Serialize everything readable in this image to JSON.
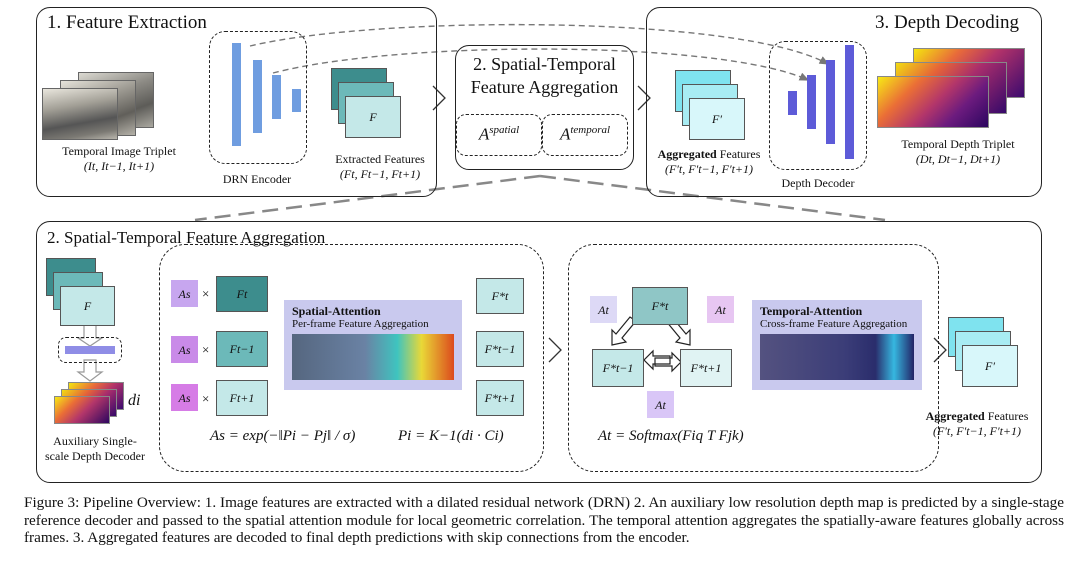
{
  "sections": {
    "s1_title": "1. Feature Extraction",
    "s2_title": "2. Spatial-Temporal",
    "s2_title_line2": "Feature Aggregation",
    "s3_title": "3. Depth Decoding",
    "s2b_title": "2. Spatial-Temporal Feature Aggregation"
  },
  "s1": {
    "image_triplet_label": "Temporal Image Triplet",
    "image_triplet_vars": "(It, It−1, It+1)",
    "encoder_label": "DRN Encoder",
    "features_label": "Extracted Features",
    "features_vars": "(Ft, Ft−1, Ft+1)",
    "feature_tile": "F"
  },
  "s2": {
    "a_spatial": "A",
    "a_spatial_sup": "spatial",
    "a_temporal": "A",
    "a_temporal_sup": "temporal"
  },
  "s3": {
    "agg_bold": "Aggregated",
    "agg_rest": " Features",
    "agg_vars": "(F′t, F′t−1, F′t+1)",
    "feature_tile": "F′",
    "decoder_label": "Depth Decoder",
    "depth_label": "Temporal Depth Triplet",
    "depth_vars": "(Dt, Dt−1, Dt+1)"
  },
  "s2b": {
    "feature_tile": "F",
    "di_label": "di",
    "aux_label_l1": "Auxiliary Single-",
    "aux_label_l2": "scale Depth Decoder",
    "as_tile": "As",
    "times": "×",
    "ft": "Ft",
    "ft_minus": "Ft−1",
    "ft_plus": "Ft+1",
    "spatial_title": "Spatial-Attention",
    "spatial_sub": "Per-frame Feature Aggregation",
    "fstar_t": "F*t",
    "fstar_minus": "F*t−1",
    "fstar_plus": "F*t+1",
    "eq_as": "As = exp(−‖Pi − Pj‖ / σ)",
    "eq_p": "Pi = K−1(di · Ci)",
    "at_tile": "At",
    "temporal_title": "Temporal-Attention",
    "temporal_sub": "Cross-frame Feature Aggregation",
    "eq_at": "At = Softmax(Fiq T Fjk)",
    "out_tile": "F′",
    "agg_bold": "Aggregated",
    "agg_rest": " Features",
    "agg_vars": "(F′t, F′t−1, F′t+1)"
  },
  "caption": "Figure 3: Pipeline Overview: 1. Image features are extracted with a dilated residual network (DRN) 2. An auxiliary low resolution depth map is predicted by a single-stage reference decoder and passed to the spatial attention module for local geometric correlation. The temporal attention aggregates the spatially-aware features globally across frames. 3. Aggregated features are decoded to final depth predictions with skip connections from the encoder.",
  "colors": {
    "encoder_blue": "#6f9de0",
    "decoder_purple": "#5d5bd8",
    "feat_teal_dark": "#3d8d8d",
    "feat_teal_mid": "#6cb9b9",
    "feat_teal_light": "#c4e8e8",
    "agg_cyan": "#7fe3ef",
    "attn_panel": "#c9c9ee",
    "attn_lilac": "#c7a6ef",
    "attn_magenta": "#d67ce6"
  }
}
